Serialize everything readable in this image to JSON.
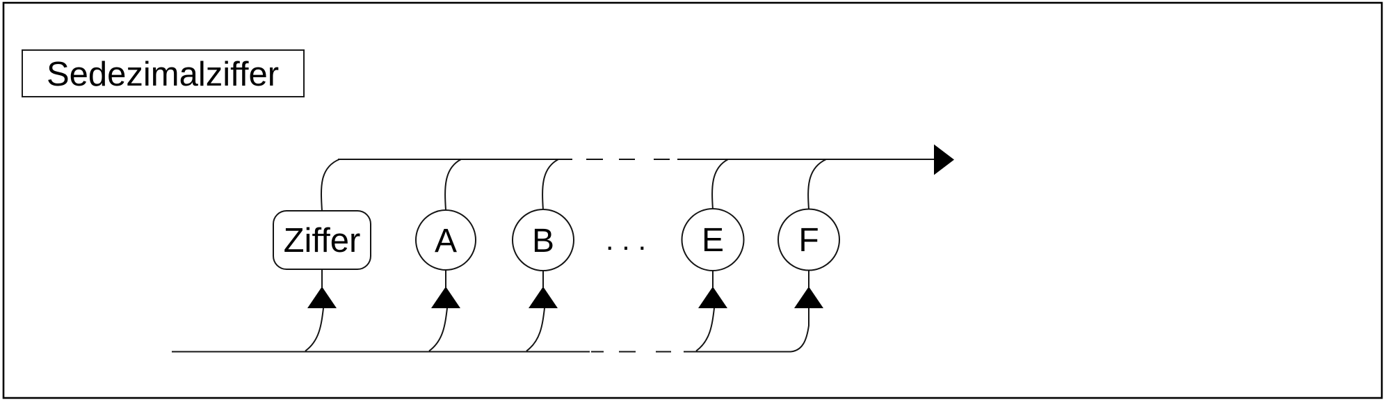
{
  "page": {
    "background": "#ffffff",
    "line_color": "#141414"
  },
  "diagram": {
    "title": "Sedezimalziffer",
    "ellipsis": ". . .",
    "nodes": [
      {
        "label": "Ziffer",
        "shape": "rounded-rectangle",
        "type": "nonterminal"
      },
      {
        "label": "A",
        "shape": "circle",
        "type": "terminal"
      },
      {
        "label": "B",
        "shape": "circle",
        "type": "terminal"
      },
      {
        "label": "E",
        "shape": "circle",
        "type": "terminal"
      },
      {
        "label": "F",
        "shape": "circle",
        "type": "terminal"
      }
    ]
  }
}
